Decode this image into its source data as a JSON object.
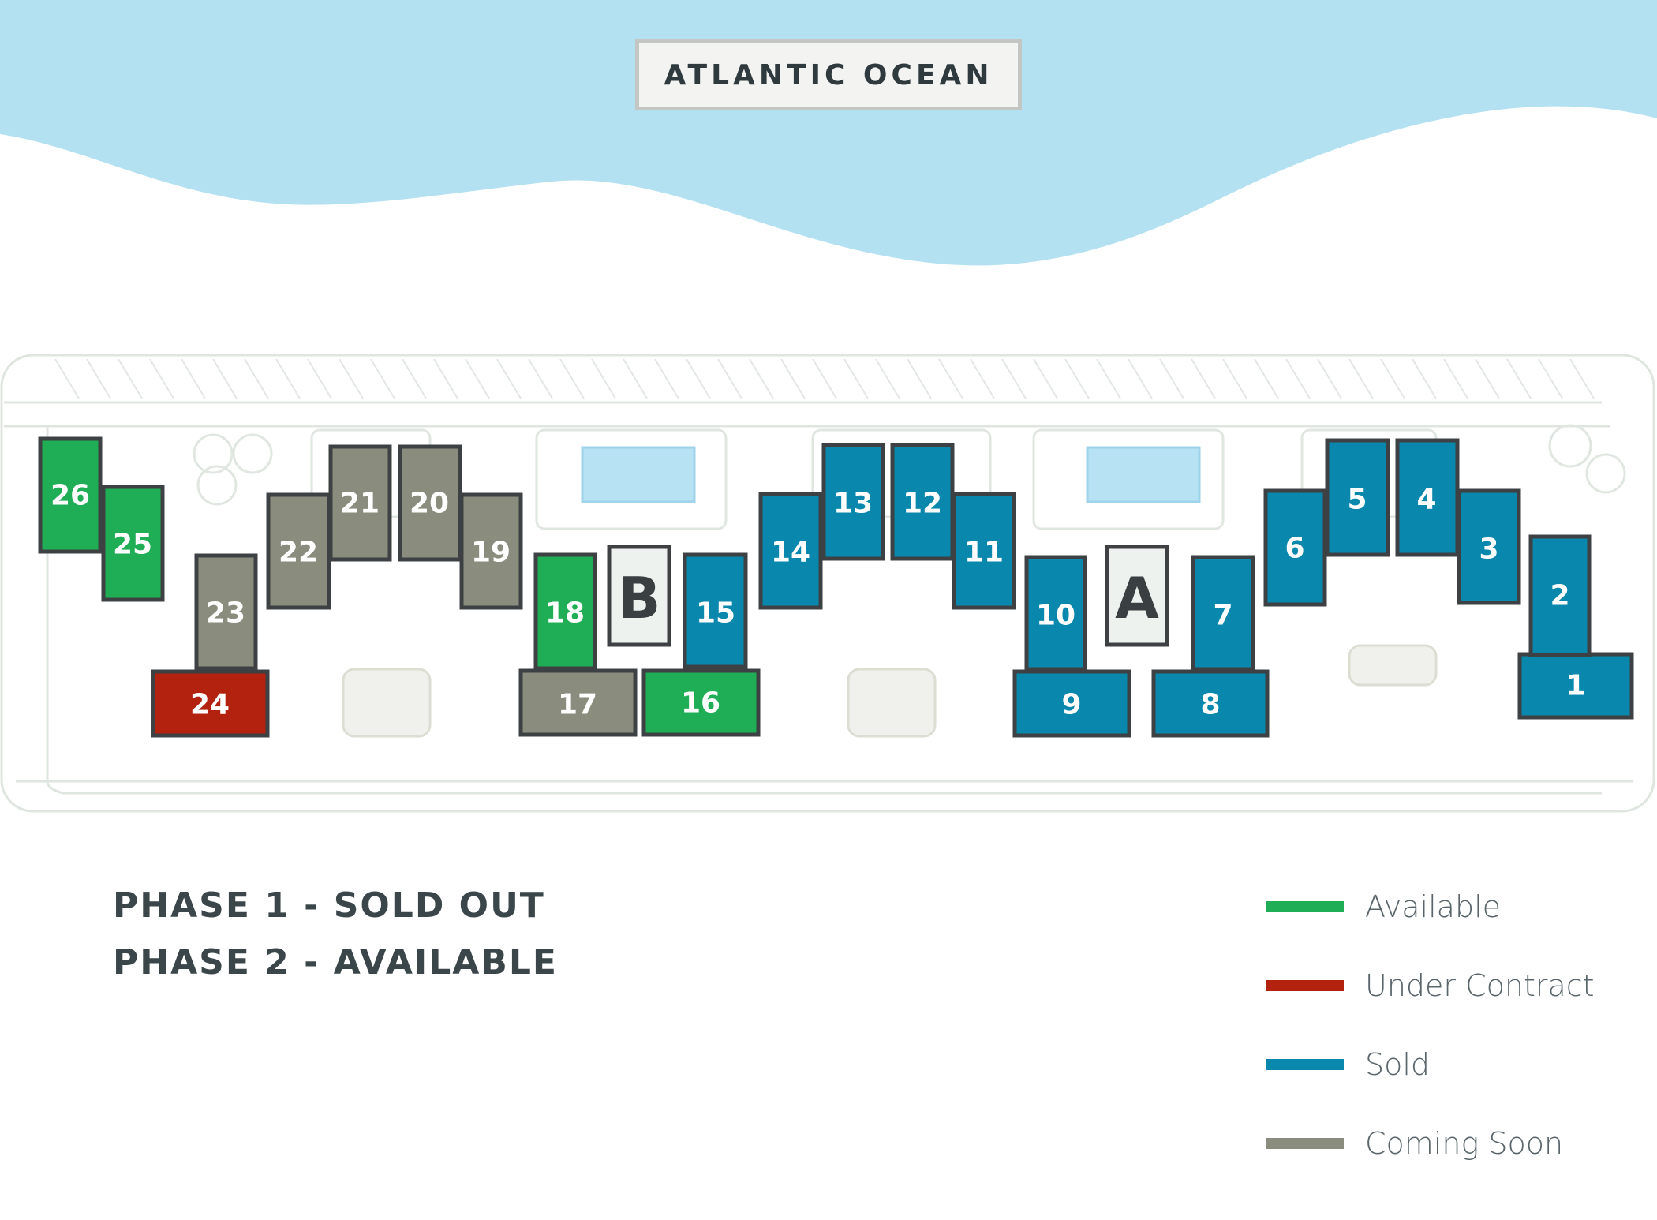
{
  "ocean_label": "ATLANTIC OCEAN",
  "phases": [
    "PHASE 1 - SOLD OUT",
    "PHASE 2 - AVAILABLE"
  ],
  "status_colors": {
    "available": "#1fae55",
    "under_contract": "#b3210f",
    "sold": "#0a87ad",
    "coming_soon": "#8a8c7e"
  },
  "legend": [
    {
      "status": "available",
      "label": "Available"
    },
    {
      "status": "under_contract",
      "label": "Under Contract"
    },
    {
      "status": "sold",
      "label": "Sold"
    },
    {
      "status": "coming_soon",
      "label": "Coming Soon"
    }
  ],
  "buildings": [
    {
      "label": "B"
    },
    {
      "label": "A"
    }
  ],
  "units": [
    {
      "number": "1",
      "status": "sold"
    },
    {
      "number": "2",
      "status": "sold"
    },
    {
      "number": "3",
      "status": "sold"
    },
    {
      "number": "4",
      "status": "sold"
    },
    {
      "number": "5",
      "status": "sold"
    },
    {
      "number": "6",
      "status": "sold"
    },
    {
      "number": "7",
      "status": "sold"
    },
    {
      "number": "8",
      "status": "sold"
    },
    {
      "number": "9",
      "status": "sold"
    },
    {
      "number": "10",
      "status": "sold"
    },
    {
      "number": "11",
      "status": "sold"
    },
    {
      "number": "12",
      "status": "sold"
    },
    {
      "number": "13",
      "status": "sold"
    },
    {
      "number": "14",
      "status": "sold"
    },
    {
      "number": "15",
      "status": "sold"
    },
    {
      "number": "16",
      "status": "available"
    },
    {
      "number": "17",
      "status": "coming_soon"
    },
    {
      "number": "18",
      "status": "available"
    },
    {
      "number": "19",
      "status": "coming_soon"
    },
    {
      "number": "20",
      "status": "coming_soon"
    },
    {
      "number": "21",
      "status": "coming_soon"
    },
    {
      "number": "22",
      "status": "coming_soon"
    },
    {
      "number": "23",
      "status": "coming_soon"
    },
    {
      "number": "24",
      "status": "under_contract"
    },
    {
      "number": "25",
      "status": "available"
    },
    {
      "number": "26",
      "status": "available"
    }
  ]
}
